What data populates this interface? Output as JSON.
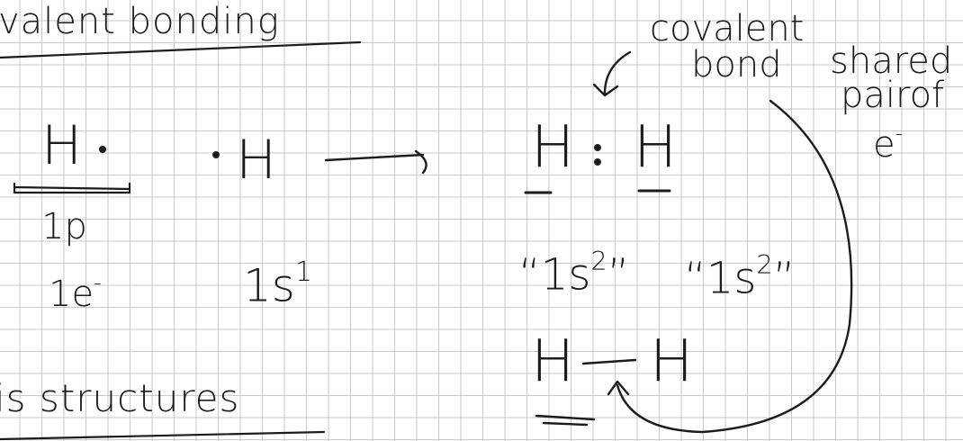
{
  "headings": {
    "covalent_bonding": "valent bonding",
    "lewis_structures": "is structures"
  },
  "left": {
    "h_atom": "H",
    "proton": "1p",
    "electron_prefix": "1e",
    "electron_suffix": "-",
    "h_atom_right": "H",
    "config_base": "1s",
    "config_sup": "1"
  },
  "right": {
    "label_covalent": "covalent",
    "label_bond": "bond",
    "label_shared": "shared",
    "label_pair_of": "pairof",
    "label_e": "e",
    "label_e_sup": "-",
    "h_left": "H",
    "colon": ":",
    "h_right": "H",
    "config_left_open": "“1s",
    "config_left_sup": "2",
    "config_left_close": "”",
    "config_right_open": "“1s",
    "config_right_sup": "2",
    "config_right_close": "”",
    "h2_left": "H",
    "h2_right": "H"
  }
}
